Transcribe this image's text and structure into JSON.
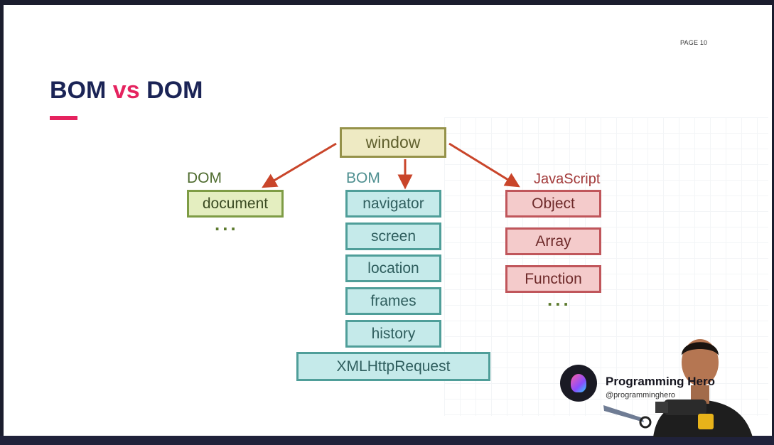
{
  "slide": {
    "page_label": "PAGE 10",
    "title_left": "BOM",
    "title_vs": "vs",
    "title_right": "DOM",
    "accent": "#e5235f",
    "title_color": "#1b2456"
  },
  "diagram": {
    "root": "window",
    "groups": {
      "dom": {
        "label": "DOM",
        "items": [
          "document"
        ],
        "more": "..."
      },
      "bom": {
        "label": "BOM",
        "items": [
          "navigator",
          "screen",
          "location",
          "frames",
          "history",
          "XMLHttpRequest"
        ]
      },
      "js": {
        "label": "JavaScript",
        "items": [
          "Object",
          "Array",
          "Function"
        ],
        "more": "..."
      }
    },
    "colors": {
      "arrow": "#c9452a",
      "window_fill": "#eeeac3",
      "dom_fill": "#e4eec0",
      "bom_fill": "#c5eaea",
      "js_fill": "#f4cbcb"
    }
  },
  "overlay": {
    "brand_name": "Programming Hero",
    "brand_handle": "@programminghero",
    "logo_icon": "programming-hero-logo-icon"
  }
}
